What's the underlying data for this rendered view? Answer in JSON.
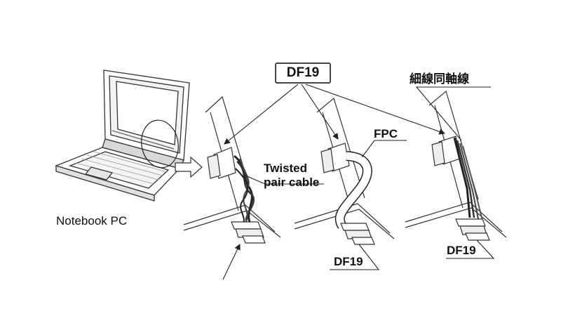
{
  "labels": {
    "connector_callout": "DF19",
    "notebook": "Notebook PC",
    "twisted_pair_line1": "Twisted",
    "twisted_pair_line2": "pair cable",
    "fpc": "FPC",
    "fine_coax": "細線同軸線",
    "df19_middle": "DF19",
    "df19_right": "DF19"
  }
}
